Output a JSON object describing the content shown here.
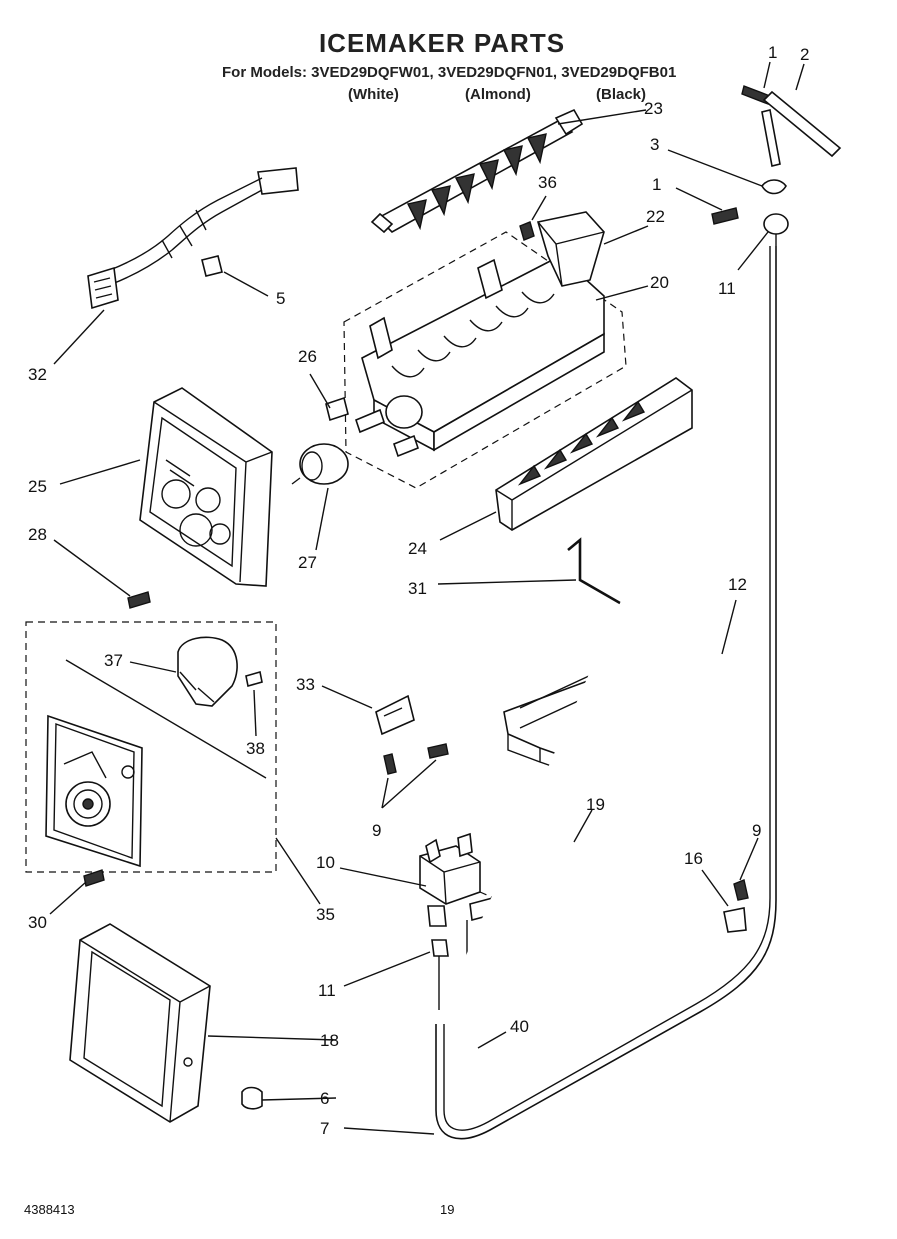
{
  "title": "ICEMAKER PARTS",
  "models_line": "For Models: 3VED29DQFW01, 3VED29DQFN01, 3VED29DQFB01",
  "colors": {
    "white": "(White)",
    "almond": "(Almond)",
    "black": "(Black)"
  },
  "callouts": {
    "c1a": "1",
    "c2": "2",
    "c23": "23",
    "c3": "3",
    "c1b": "1",
    "c36": "36",
    "c22": "22",
    "c11a": "11",
    "c20": "20",
    "c5": "5",
    "c32": "32",
    "c26": "26",
    "c25": "25",
    "c27": "27",
    "c28": "28",
    "c24": "24",
    "c31": "31",
    "c12": "12",
    "c37": "37",
    "c33": "33",
    "c38": "38",
    "c9a": "9",
    "c19": "19",
    "c9b": "9",
    "c10": "10",
    "c16": "16",
    "c30": "30",
    "c35": "35",
    "c11b": "11",
    "c40": "40",
    "c18": "18",
    "c6": "6",
    "c7": "7"
  },
  "footer": {
    "doc_number": "4388413",
    "page_number": "19"
  }
}
